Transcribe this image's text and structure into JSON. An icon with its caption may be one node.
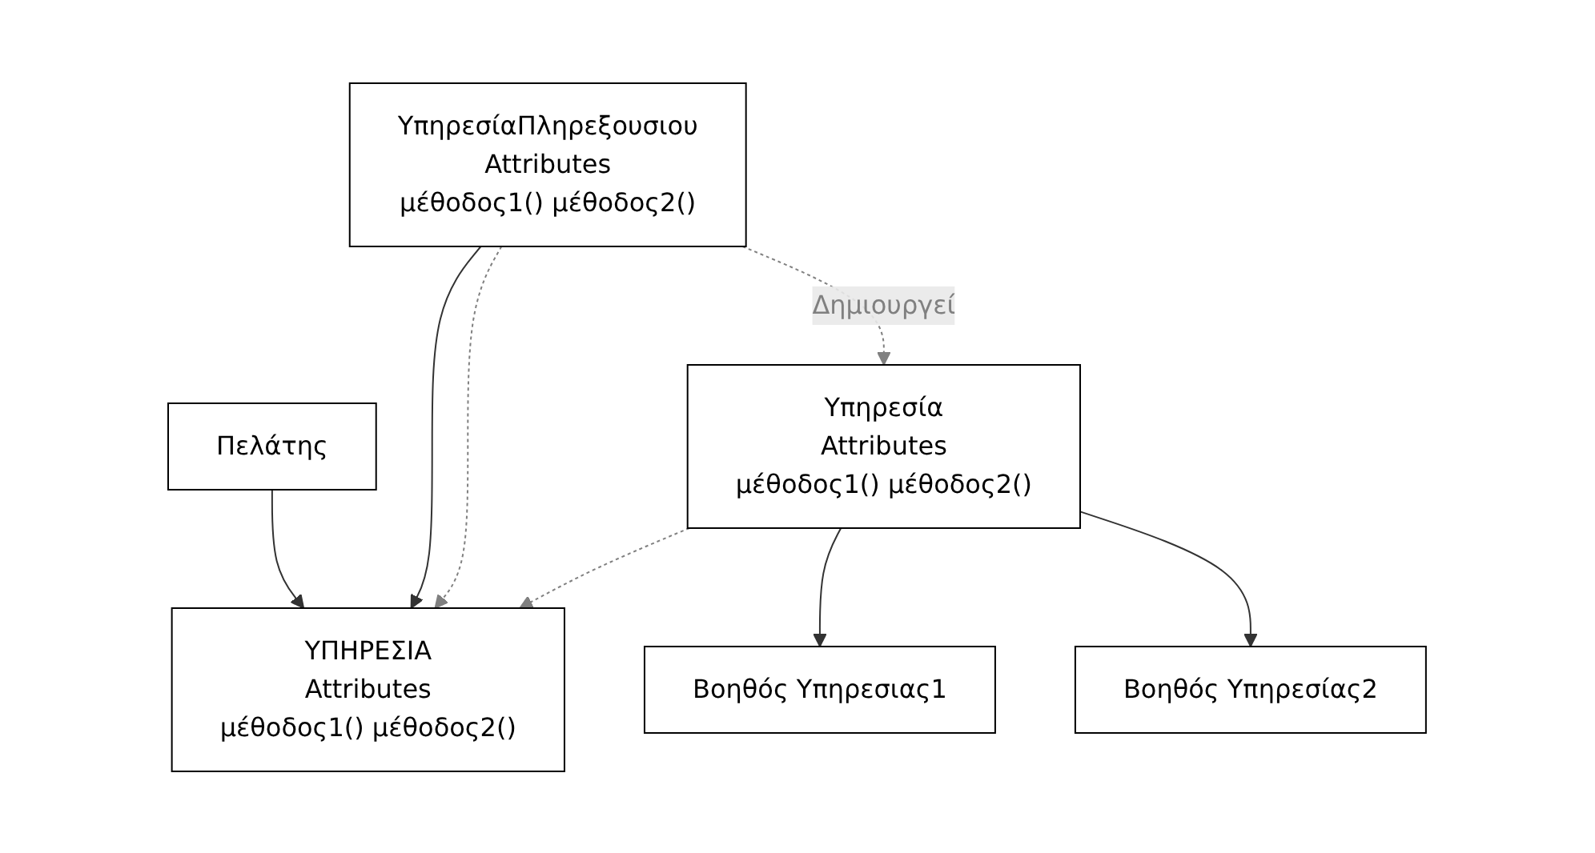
{
  "diagram": {
    "nodes": [
      {
        "text": [
          "Πελάτης"
        ]
      },
      {
        "text": [
          "ΥΠΗΡΕΣΙΑ",
          "Attributes",
          "μέθοδος1() μέθοδος2()"
        ]
      },
      {
        "text": [
          "ΥπηρεσίαΠληρεξουσιου",
          "Attributes",
          "μέθοδος1() μέθοδος2()"
        ]
      },
      {
        "text": [
          "Υπηρεσία",
          "Attributes",
          "μέθοδος1() μέθοδος2()"
        ]
      },
      {
        "text": [
          "Βοηθός Υπηρεσιας1"
        ]
      },
      {
        "text": [
          "Βοηθός Υπηρεσίας2"
        ]
      }
    ],
    "edges": [
      {
        "from": 0,
        "to": 1,
        "arrow": "to"
      },
      {
        "from": 2,
        "to": 1,
        "arrow": "to"
      },
      {
        "from": 2,
        "to": 1,
        "arrow": "to",
        "style": "dashed",
        "color": "#808080"
      },
      {
        "from": 3,
        "to": 1,
        "arrow": "to",
        "style": "dashed",
        "color": "#808080"
      },
      {
        "from": 2,
        "to": 3,
        "label": "Δημιουργεί",
        "arrow": "to",
        "style": "dashed",
        "color": "#808080"
      },
      {
        "from": 3,
        "to": 4,
        "arrow": "to"
      },
      {
        "from": 3,
        "to": 5,
        "arrow": "to"
      }
    ]
  }
}
